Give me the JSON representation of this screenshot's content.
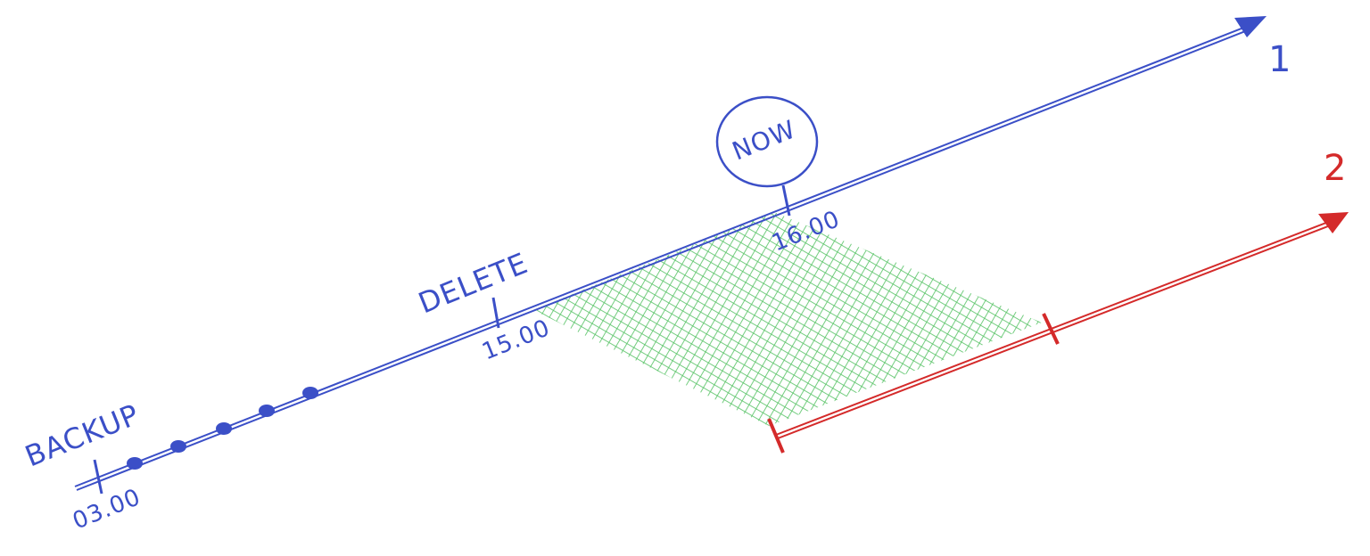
{
  "diagram": {
    "timeline_1": {
      "label": "1",
      "color": "#3b4fc7",
      "points": {
        "backup": {
          "label": "BACKUP",
          "time": "03.00"
        },
        "delete": {
          "label": "DELETE",
          "time": "15.00"
        },
        "now": {
          "label": "NOW",
          "time": "16.00"
        }
      },
      "backup_dots": 5
    },
    "timeline_2": {
      "label": "2",
      "color": "#d42a2a"
    },
    "shaded_region": {
      "color": "#5cc46a",
      "pattern": "crosshatch"
    }
  }
}
